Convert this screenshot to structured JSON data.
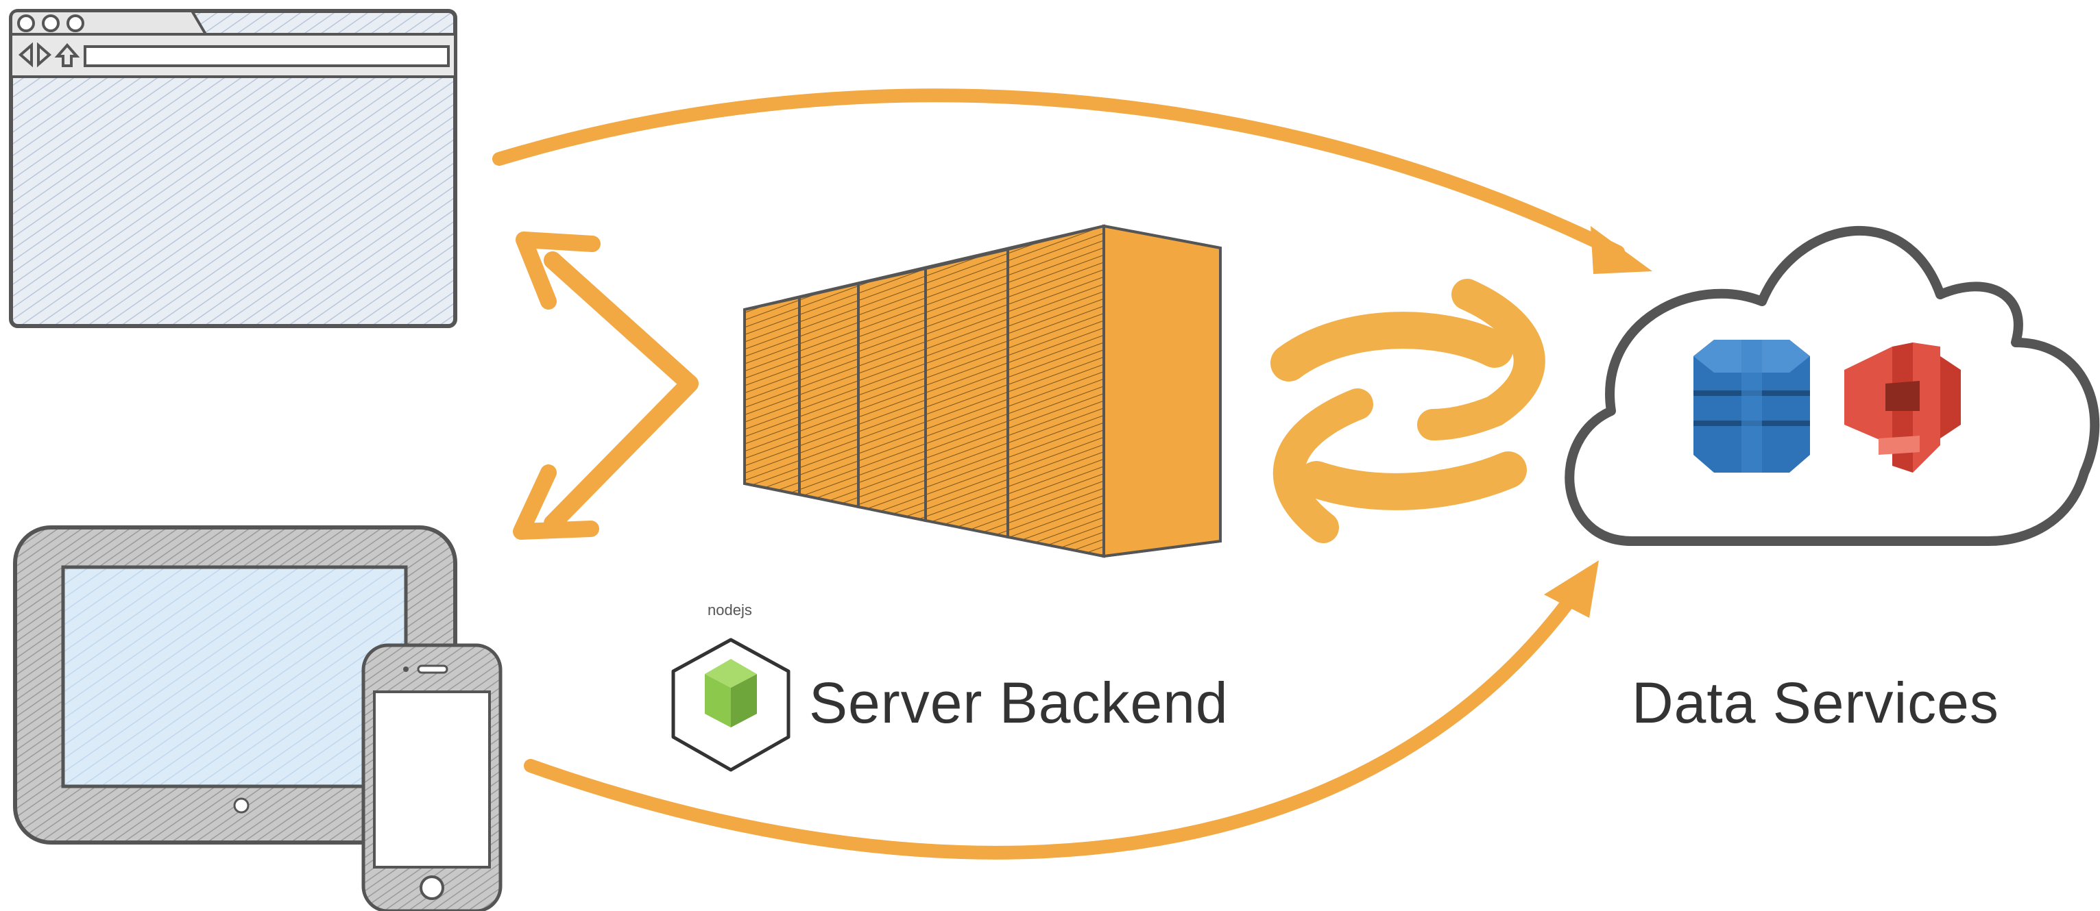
{
  "labels": {
    "server_backend": "Server Backend",
    "data_services": "Data Services",
    "tiny_text": "nodejs"
  },
  "colors": {
    "arrow_orange": "#F2A843",
    "server_orange": "#F2A740",
    "outline": "#555555",
    "browser_hatch": "#C8D3E2",
    "screen_blue": "#D6E8F6",
    "db_blue": "#2E73B8",
    "s3_red": "#E05243",
    "node_green": "#8CC84B",
    "cloud_stroke": "#555555"
  },
  "icons": {
    "browser": "browser-window-icon",
    "tablet": "tablet-icon",
    "phone": "phone-icon",
    "server": "server-rack-icon",
    "nodejs": "nodejs-icon",
    "cloud": "cloud-icon",
    "dynamodb": "database-icon",
    "s3": "storage-bucket-icon"
  }
}
